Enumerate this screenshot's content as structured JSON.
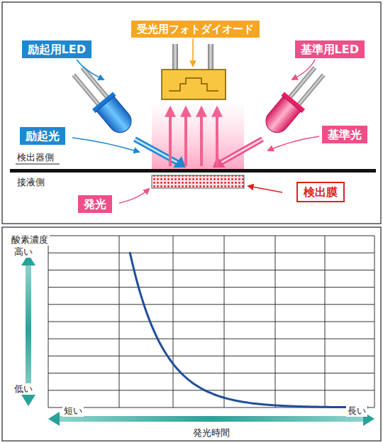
{
  "diagram": {
    "nodes": [
      {
        "text": [
          "受光用フォトダイオード"
        ]
      },
      {
        "text": [
          "励起用LED"
        ]
      },
      {
        "text": [
          "基準用LED"
        ]
      },
      {
        "text": [
          "励起光"
        ]
      },
      {
        "text": [
          "基準光"
        ]
      },
      {
        "text": [
          "検出膜"
        ]
      },
      {
        "text": [
          "発光"
        ]
      }
    ],
    "labels": [
      "検出器側",
      "接液側",
      "酸素濃度",
      "高い",
      "低い",
      "短い",
      "発光時間",
      "長い"
    ]
  }
}
